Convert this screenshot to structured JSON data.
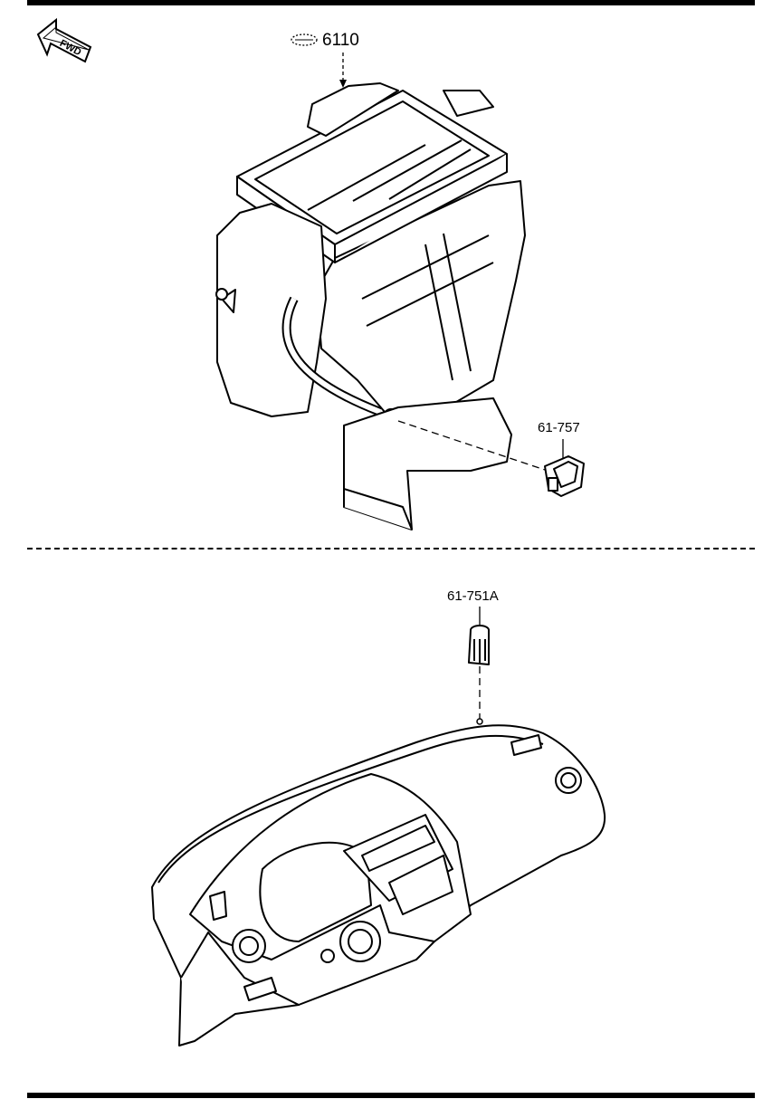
{
  "fwd_label": "FWD",
  "callouts": {
    "main_unit": "6110",
    "sensor": "61-757",
    "sunload": "61-751A"
  },
  "icons": {
    "fwd_arrow": "fwd-arrow-icon",
    "symbol_6110": "oval-symbol-icon"
  }
}
